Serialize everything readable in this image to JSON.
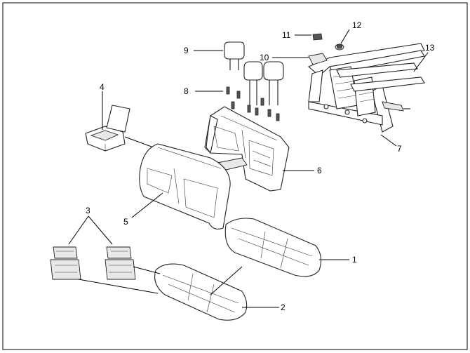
{
  "diagram": {
    "callouts": [
      {
        "id": "1",
        "text": "1"
      },
      {
        "id": "2",
        "text": "2"
      },
      {
        "id": "3",
        "text": "3"
      },
      {
        "id": "4",
        "text": "4"
      },
      {
        "id": "5",
        "text": "5"
      },
      {
        "id": "6",
        "text": "6"
      },
      {
        "id": "7",
        "text": "7"
      },
      {
        "id": "8",
        "text": "8"
      },
      {
        "id": "9",
        "text": "9"
      },
      {
        "id": "10",
        "text": "10"
      },
      {
        "id": "11",
        "text": "11"
      },
      {
        "id": "12",
        "text": "12"
      },
      {
        "id": "13",
        "text": "13"
      }
    ],
    "colors": {
      "line": "#000000",
      "part_fill": "#ffffff",
      "shade": "#e8e8e8",
      "border": "#000000"
    }
  }
}
